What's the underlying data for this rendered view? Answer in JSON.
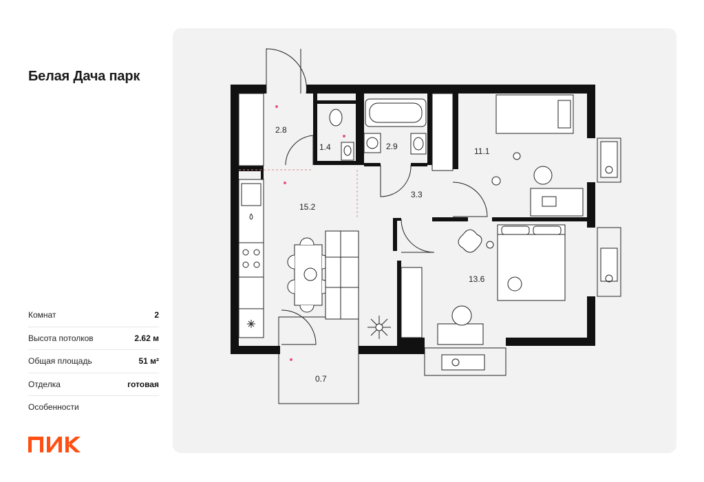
{
  "project_title": "Белая Дача парк",
  "specs": [
    {
      "label": "Комнат",
      "value": "2"
    },
    {
      "label": "Высота потолков",
      "value": "2.62 м"
    },
    {
      "label": "Общая площадь",
      "value": "51 м²"
    },
    {
      "label": "Отделка",
      "value": "готовая"
    },
    {
      "label": "Особенности",
      "value": ""
    }
  ],
  "brand": {
    "name": "ПИК",
    "color": "#ff4f12"
  },
  "rooms": {
    "hall_top": "2.8",
    "toilet": "1.4",
    "bathroom": "2.9",
    "bedroom_small": "11.1",
    "corridor": "3.3",
    "kitchen_living": "15.2",
    "bedroom_large": "13.6",
    "balcony": "0.7"
  },
  "colors": {
    "background": "#f2f2f2",
    "wall": "#111111",
    "accent_dot": "#e8547a"
  }
}
